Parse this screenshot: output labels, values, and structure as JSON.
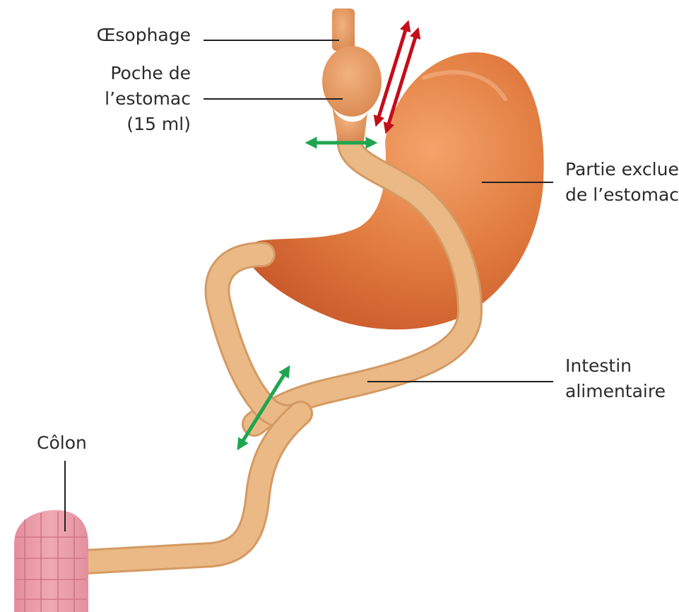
{
  "labels": {
    "oesophage": "Œsophage",
    "poche": [
      "Poche de",
      "l’estomac",
      "(15 ml)"
    ],
    "partie_exclue": [
      "Partie exclue",
      "de l’estomac"
    ],
    "intestin": [
      "Intestin",
      "alimentaire"
    ],
    "colon": "Côlon"
  },
  "colors": {
    "stomach": "#e07a3e",
    "intestine": "#eab985",
    "colon": "#e79aa6",
    "arrow_red": "#c40d1a",
    "arrow_green": "#1fa54f",
    "leader_line": "#222222"
  }
}
